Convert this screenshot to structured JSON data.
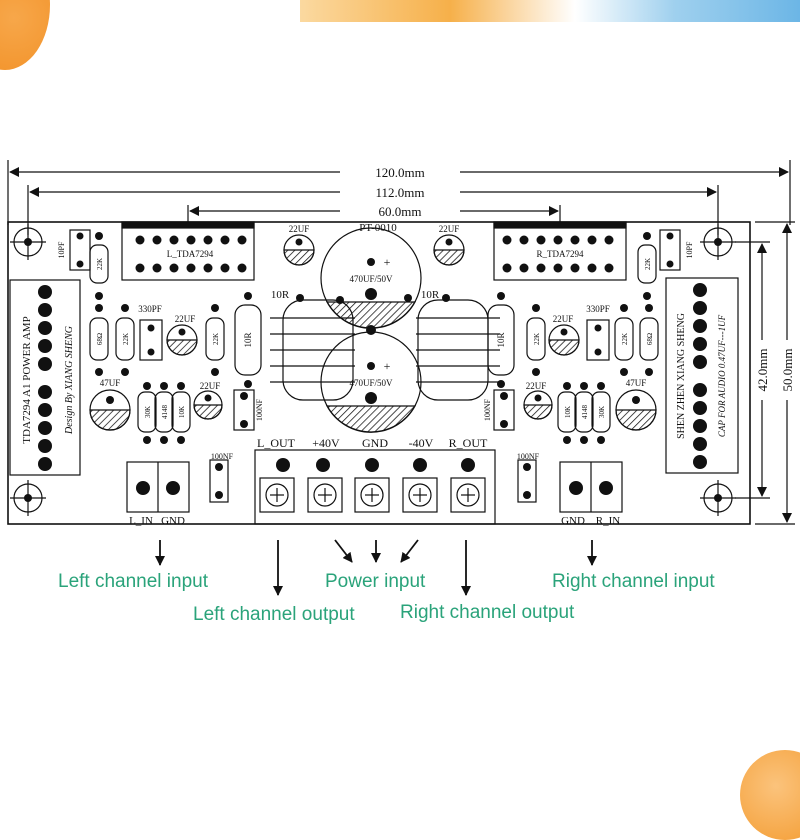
{
  "dimensions": {
    "overall": "120.0mm",
    "hole_spacing": "112.0mm",
    "middle": "60.0mm",
    "height_inner": "42.0mm",
    "height_outer": "50.0mm"
  },
  "board": {
    "pt_code": "PT-0010",
    "left_ic": "L_TDA7294",
    "right_ic": "R_TDA7294",
    "left_title": "TDA7294 A1  POWER AMP",
    "left_design": "Design By  XIANG SHENG",
    "right_title": "SHEN ZHEN XIANG SHENG",
    "right_cap": "CAP FOR AUDIO 0.47UF---1UF",
    "caps": {
      "c10pf": "10PF",
      "c22uf": "22UF",
      "c330pf": "330PF",
      "c47uf": "47UF",
      "c100nf": "100NF",
      "c470uf": "470UF/50V",
      "plus": "+"
    },
    "resistors": {
      "r22k": "22K",
      "r68": "68Ω",
      "r10r": "10R",
      "r30k": "30K",
      "r10k": "10K",
      "d4148": "4148"
    },
    "terminals": {
      "l_out": "L_OUT",
      "p40": "+40V",
      "gnd": "GND",
      "n40": "-40V",
      "r_out": "R_OUT",
      "l_in": "L_IN",
      "gnd_l": "GND",
      "gnd_r": "GND",
      "r_in": "R_IN"
    }
  },
  "annotations": {
    "left_channel_input": "Left channel input",
    "left_channel_output": "Left channel output",
    "power_input": "Power input",
    "right_channel_output": "Right channel output",
    "right_channel_input": "Right channel input"
  },
  "colors": {
    "annotation_green": "#2aa37a",
    "ink": "#111111"
  }
}
